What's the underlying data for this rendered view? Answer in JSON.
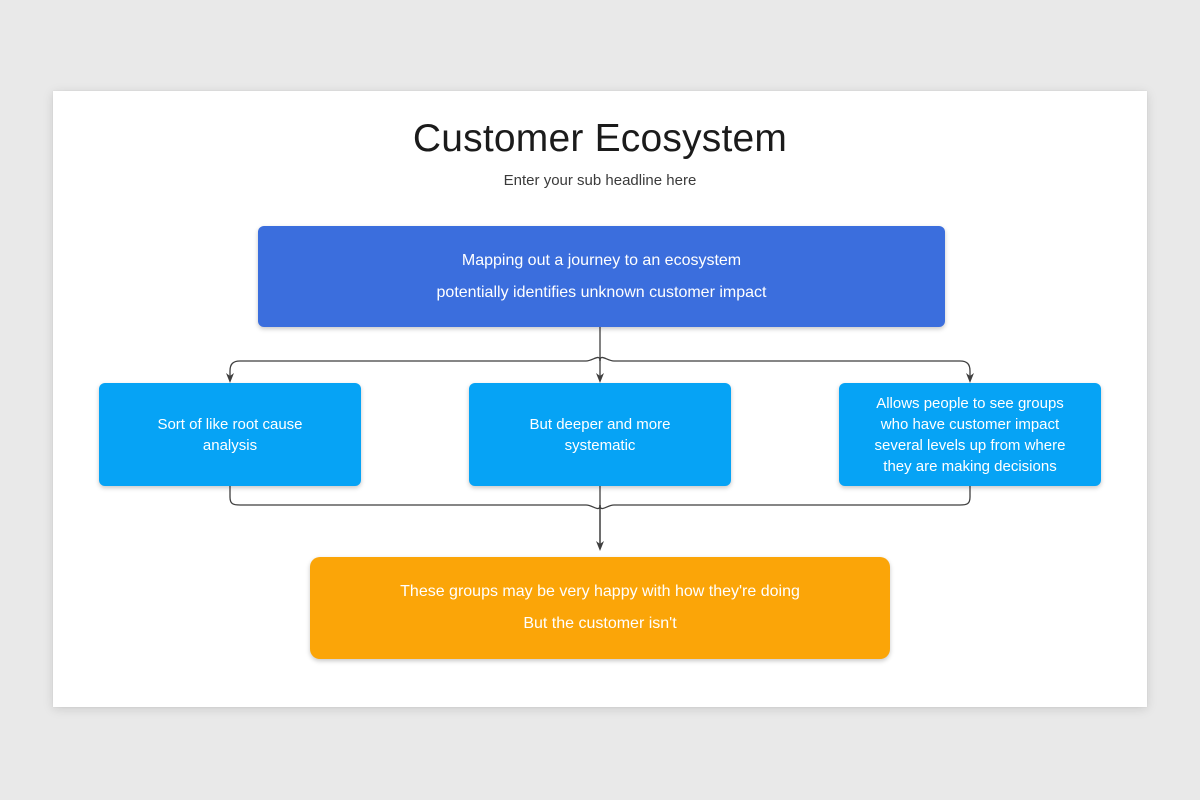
{
  "slide": {
    "title": "Customer Ecosystem",
    "subtitle": "Enter your sub headline here",
    "background_color": "#e9e9e9",
    "surface_color": "#ffffff"
  },
  "diagram": {
    "type": "flow-diagram",
    "connector_color": "#3f3f3f",
    "top": {
      "color": "#3b6edd",
      "lines": [
        "Mapping out a journey to an ecosystem",
        "potentially identifies unknown customer impact"
      ]
    },
    "middle": [
      {
        "color": "#06a3f5",
        "lines": [
          "Sort of like root cause",
          "analysis"
        ]
      },
      {
        "color": "#06a3f5",
        "lines": [
          "But deeper and more",
          "systematic"
        ]
      },
      {
        "color": "#06a3f5",
        "lines": [
          "Allows people to see groups",
          "who have customer impact",
          "several levels up from where",
          "they are making decisions"
        ]
      }
    ],
    "bottom": {
      "color": "#fba508",
      "lines": [
        "These groups may be very happy with how they're doing",
        "But the customer isn't"
      ]
    }
  }
}
